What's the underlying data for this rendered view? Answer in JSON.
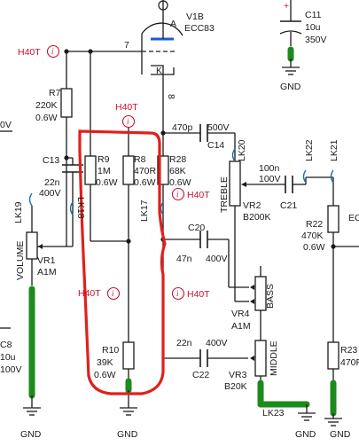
{
  "tube": {
    "ref": "V1B",
    "type": "ECC83",
    "pin_grid": "7",
    "pin_cathode": "8",
    "anode_label": "A",
    "cathode_label": "K"
  },
  "net_label": "H40T",
  "net_glyph": "i",
  "ground_label": "GND",
  "left_cut_label": "0V",
  "components": {
    "c11": {
      "ref": "C11",
      "value": "10u",
      "rating": "350V",
      "polarity": "+"
    },
    "r7": {
      "ref": "R7",
      "value": "220K",
      "power": "0.6W"
    },
    "c13": {
      "ref": "C13",
      "value": "22n",
      "rating": "400V"
    },
    "r9": {
      "ref": "R9",
      "value": "1M",
      "power": "0.6W"
    },
    "r8": {
      "ref": "R8",
      "value": "470R",
      "power": "0.6W"
    },
    "r28": {
      "ref": "R28",
      "value": "68K",
      "power": "0.6W"
    },
    "c14": {
      "ref": "C14",
      "value": "470p",
      "rating": "500V"
    },
    "c21": {
      "ref": "C21",
      "value": "100n",
      "rating": "100V"
    },
    "c20": {
      "ref": "C20",
      "value": "47n",
      "rating": "400V"
    },
    "c22": {
      "ref": "C22",
      "value": "22n",
      "rating": "400V"
    },
    "r10": {
      "ref": "R10",
      "value": "39K",
      "power": "0.6W"
    },
    "r22": {
      "ref": "R22",
      "value": "470K",
      "power": "0.6W"
    },
    "r23": {
      "ref": "R23",
      "value": "470R"
    },
    "vr1": {
      "ref": "VR1",
      "value": "A1M",
      "name": "VOLUME"
    },
    "vr2": {
      "ref": "VR2",
      "value": "B200K",
      "name": "TREBLE"
    },
    "vr4": {
      "ref": "VR4",
      "value": "A1M",
      "name": "BASS"
    },
    "vr3": {
      "ref": "VR3",
      "value": "B20K",
      "name": "MIDDLE"
    },
    "c8": {
      "ref": "C8",
      "value": "10u",
      "rating": "100V"
    },
    "v2_cut": {
      "value": "EC"
    }
  },
  "links": {
    "lk19": "LK19",
    "lk18": "LK18",
    "lk17": "LK17",
    "lk20": "LK20",
    "lk22": "LK22",
    "lk21": "LK21",
    "lk23": "LK23"
  },
  "colors": {
    "wire": "#1a1a1a",
    "net_label": "#c8102e",
    "highlight": "#e0201c",
    "ground_trace": "#1e8a1e",
    "tube_accent": "#1a5bd6"
  }
}
